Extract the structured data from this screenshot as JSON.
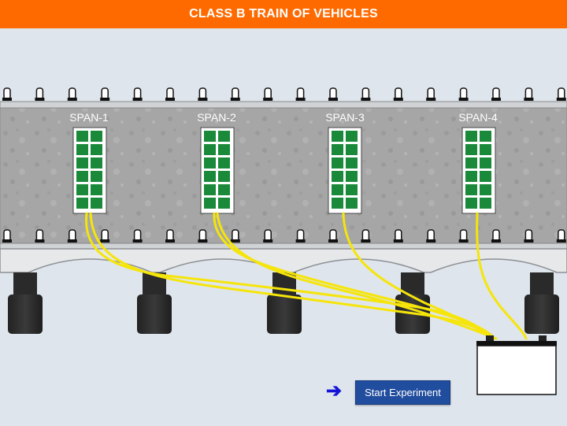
{
  "header": {
    "title": "CLASS B TRAIN OF VEHICLES"
  },
  "spans": [
    {
      "label": "SPAN-1"
    },
    {
      "label": "SPAN-2"
    },
    {
      "label": "SPAN-3"
    },
    {
      "label": "SPAN-4"
    }
  ],
  "controls": {
    "start_label": "Start Experiment"
  },
  "colors": {
    "header": "#ff6a00",
    "background": "#dfe5ec",
    "deck": "#a9a9a9",
    "gauge": "#1a8a3a",
    "wire": "#f5e50a",
    "pier": "#2b2b2b",
    "button": "#214d9e",
    "arrow": "#1414d8"
  },
  "icons": {
    "start_arrow": "arrow-right-icon"
  }
}
